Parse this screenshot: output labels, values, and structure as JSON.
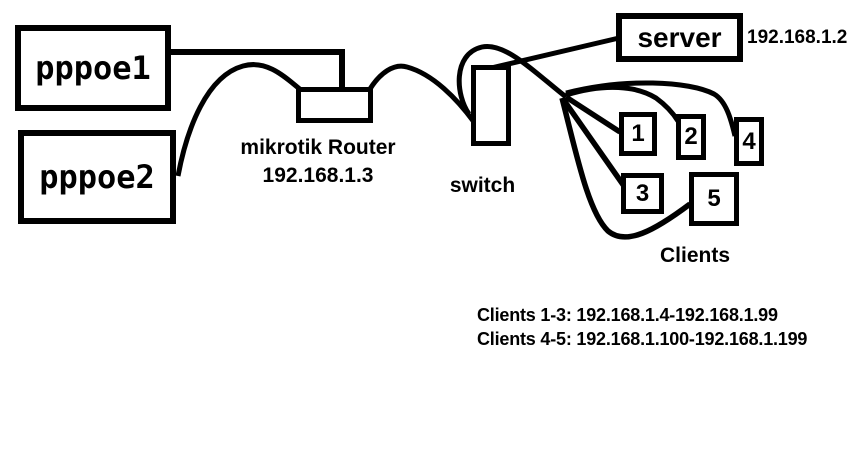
{
  "background": "#ffffff",
  "ink": "#000000",
  "nodes": {
    "pppoe1": {
      "label": "pppoe1"
    },
    "pppoe2": {
      "label": "pppoe2"
    },
    "router": {
      "label": "mikrotik Router",
      "ip": "192.168.1.3"
    },
    "switch": {
      "label": "switch"
    },
    "server": {
      "label": "server",
      "ip": "192.168.1.2"
    },
    "clients": {
      "label": "Clients",
      "items": [
        "1",
        "2",
        "3",
        "4",
        "5"
      ]
    }
  },
  "annotations": {
    "clients_range_1": "Clients 1-3: 192.168.1.4-192.168.1.99",
    "clients_range_2": "Clients 4-5: 192.168.1.100-192.168.1.199"
  },
  "links": [
    {
      "from": "pppoe1",
      "to": "router"
    },
    {
      "from": "pppoe2",
      "to": "router"
    },
    {
      "from": "router",
      "to": "switch"
    },
    {
      "from": "switch",
      "to": "server"
    },
    {
      "from": "switch",
      "to": "client-1"
    },
    {
      "from": "switch",
      "to": "client-2"
    },
    {
      "from": "switch",
      "to": "client-3"
    },
    {
      "from": "switch",
      "to": "client-4"
    },
    {
      "from": "switch",
      "to": "client-5"
    }
  ]
}
